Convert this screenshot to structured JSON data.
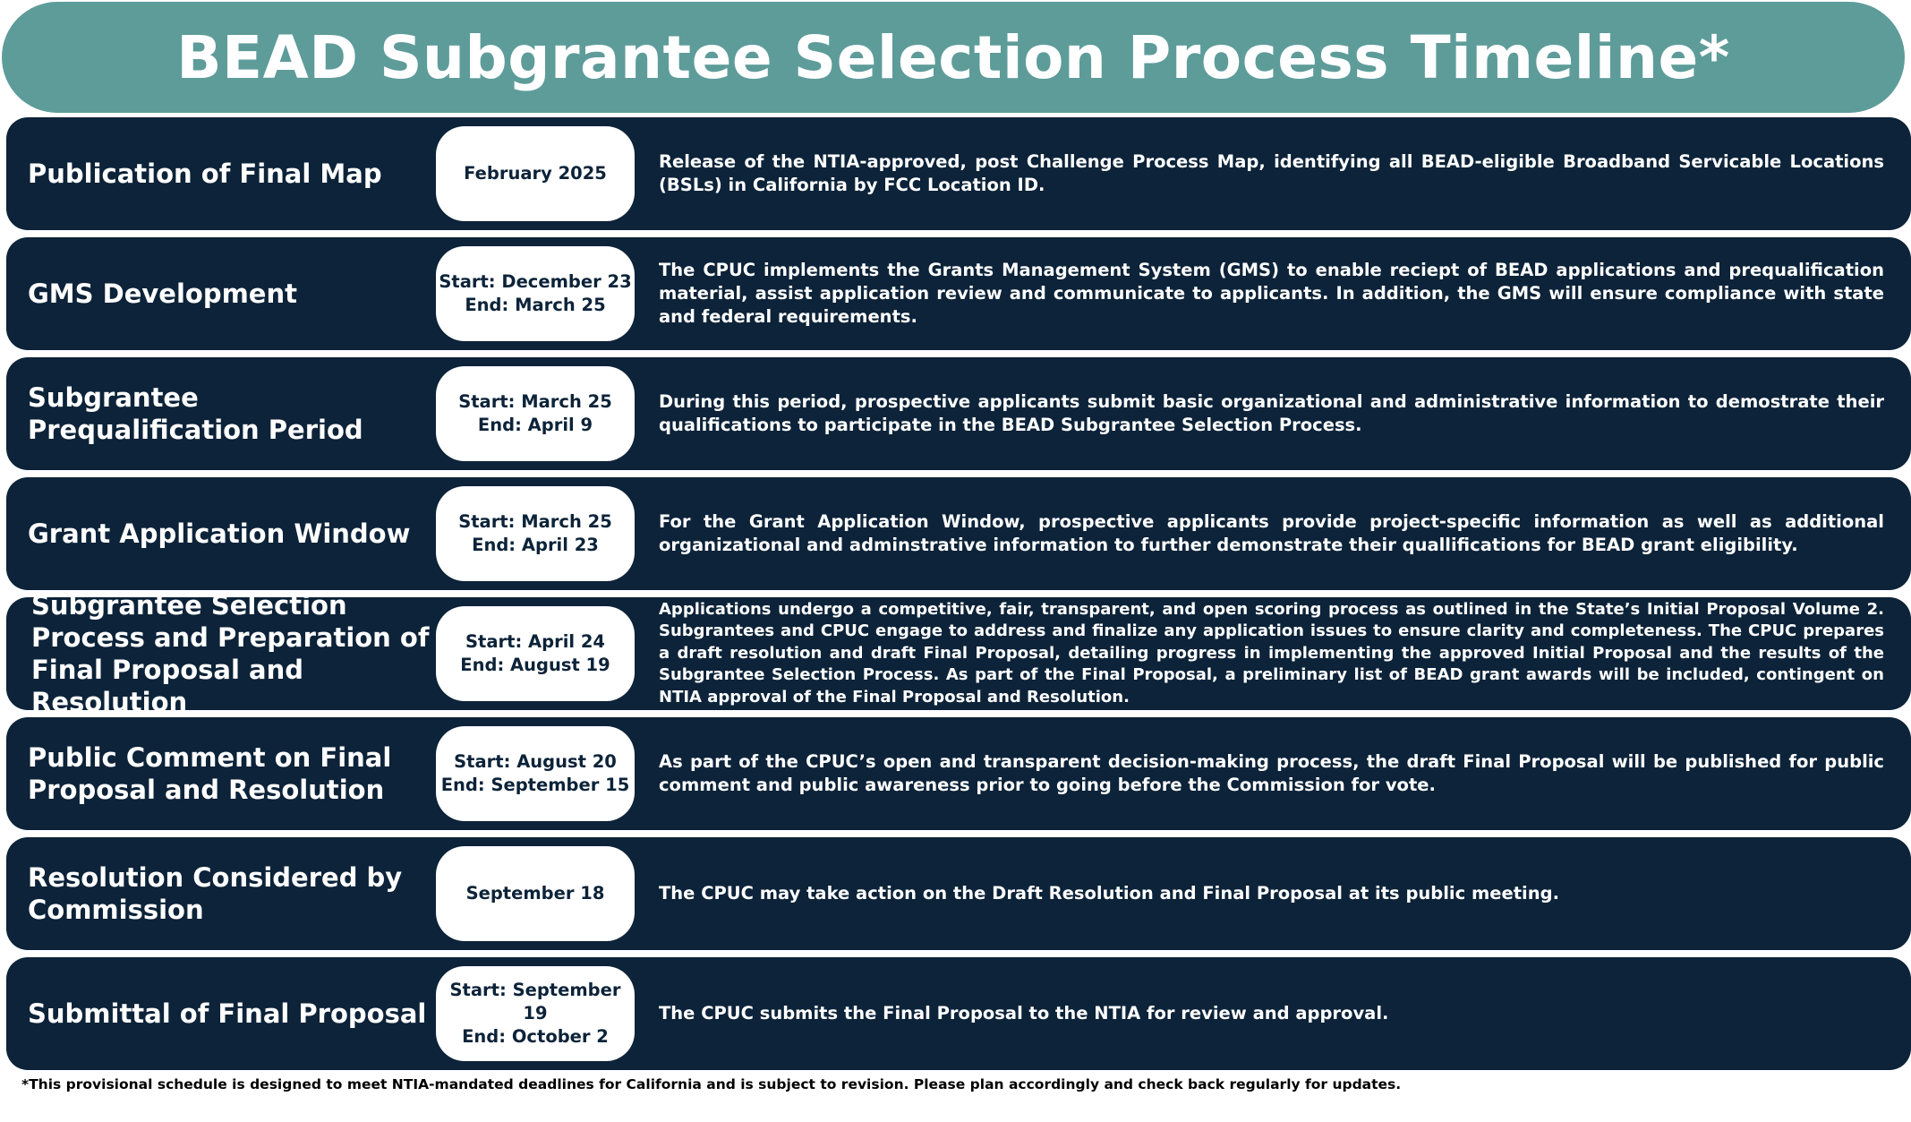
{
  "title": "BEAD Subgrantee Selection Process Timeline*",
  "phases": [
    {
      "name": "Publication of Final Map",
      "date_lines": [
        "February 2025"
      ],
      "description": "Release of the NTIA-approved, post Challenge Process Map, identifying all BEAD-eligible Broadband Servicable Locations (BSLs) in California by FCC Location ID."
    },
    {
      "name": "GMS Development",
      "date_lines": [
        "Start: December 23",
        "End: March 25"
      ],
      "description": "The CPUC implements the Grants Management System (GMS) to enable reciept of BEAD applications and prequalification material, assist application review and communicate to applicants. In addition, the GMS will ensure compliance with state and federal requirements."
    },
    {
      "name": "Subgrantee Prequalification Period",
      "date_lines": [
        "Start: March 25",
        "End: April 9"
      ],
      "description": "During this period, prospective applicants submit basic organizational and administrative information to demostrate their qualifications to participate in the BEAD Subgrantee Selection Process."
    },
    {
      "name": "Grant Application Window",
      "date_lines": [
        "Start: March 25",
        "End: April 23"
      ],
      "description": "For the Grant Application Window, prospective applicants provide project-specific information as well as additional organizational and adminstrative information to further demonstrate their quallifications for BEAD grant eligibility."
    },
    {
      "name": "Subgrantee Selection Process and Preparation of Final Proposal and Resolution",
      "date_lines": [
        "Start: April 24",
        "End: August 19"
      ],
      "description": "Applications undergo a competitive, fair, transparent, and open scoring process as outlined in the State’s Initial Proposal Volume 2. Subgrantees and CPUC engage to address and finalize any application issues to ensure clarity and completeness. The CPUC prepares a draft resolution and draft Final Proposal, detailing progress in implementing the approved Initial Proposal and the results of the Subgrantee Selection Process. As part of the Final Proposal, a preliminary list of BEAD grant awards will be included, contingent on NTIA approval of the Final Proposal and Resolution."
    },
    {
      "name": "Public Comment on Final Proposal and Resolution",
      "date_lines": [
        "Start: August 20",
        "End: September 15"
      ],
      "description": "As part of the CPUC’s open and transparent decision-making process, the draft Final Proposal will be published for public comment and public awareness prior to going before the Commission for vote."
    },
    {
      "name": "Resolution Considered by Commission",
      "date_lines": [
        "September 18"
      ],
      "description": "The CPUC may take action on the Draft Resolution and Final Proposal at its public meeting."
    },
    {
      "name": "Submittal of Final Proposal",
      "date_lines": [
        "Start: September 19",
        "End: October 2"
      ],
      "description": "The CPUC submits the Final Proposal to the NTIA for review and approval."
    }
  ],
  "footnote": "*This provisional schedule is designed to meet NTIA-mandated deadlines for California and is subject to revision. Please plan accordingly and check back regularly for updates."
}
